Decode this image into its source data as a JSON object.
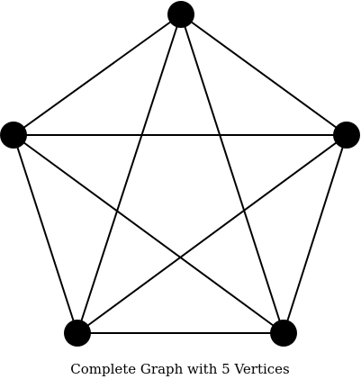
{
  "diagram": {
    "type": "complete-graph",
    "vertex_count": 5,
    "vertices": [
      "top",
      "left",
      "right",
      "bottom-left",
      "bottom-right"
    ],
    "edges": [
      [
        "top",
        "left"
      ],
      [
        "top",
        "right"
      ],
      [
        "top",
        "bottom-left"
      ],
      [
        "top",
        "bottom-right"
      ],
      [
        "left",
        "right"
      ],
      [
        "left",
        "bottom-left"
      ],
      [
        "left",
        "bottom-right"
      ],
      [
        "right",
        "bottom-left"
      ],
      [
        "right",
        "bottom-right"
      ],
      [
        "bottom-left",
        "bottom-right"
      ]
    ],
    "colors": {
      "background": "#ffffff",
      "edge": "#000000",
      "vertex": "#000000",
      "text": "#000000"
    }
  },
  "caption": {
    "text": "Complete Graph with 5 Vertices"
  }
}
